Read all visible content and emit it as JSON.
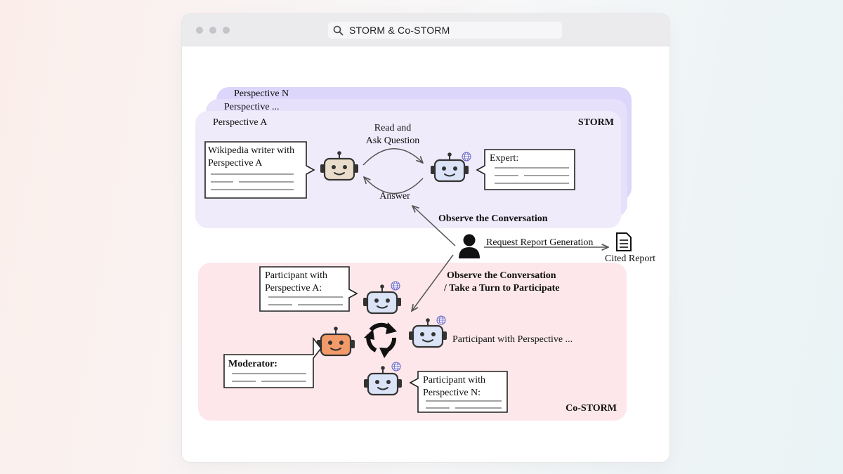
{
  "window": {
    "address_text": "STORM & Co-STORM"
  },
  "storm": {
    "section_label": "STORM",
    "perspective_labels": [
      "Perspective N",
      "Perspective ...",
      "Perspective A"
    ],
    "writer_bubble": [
      "Wikipedia writer with",
      "Perspective A"
    ],
    "expert_bubble": "Expert:",
    "arrow_top": [
      "Read and",
      "Ask Question"
    ],
    "arrow_bottom": "Answer"
  },
  "user": {
    "observe_storm": "Observe the Conversation",
    "request_report": "Request Report Generation",
    "cited_report": "Cited Report",
    "observe_costorm": [
      "Observe the Conversation",
      "/ Take a Turn to Participate"
    ]
  },
  "costorm": {
    "section_label": "Co-STORM",
    "participant_a": [
      "Participant with",
      "Perspective A:"
    ],
    "participant_middle": "Participant with Perspective ...",
    "participant_n": [
      "Participant with",
      "Perspective N:"
    ],
    "moderator": "Moderator:"
  },
  "colors": {
    "storm_panel": "#efebfb",
    "storm_stack": "#ddd6fb",
    "costorm_panel": "#fde7ea",
    "robot_plain": "#e9dccb",
    "robot_blue": "#dbe4f7",
    "robot_orange": "#f29a6a"
  }
}
